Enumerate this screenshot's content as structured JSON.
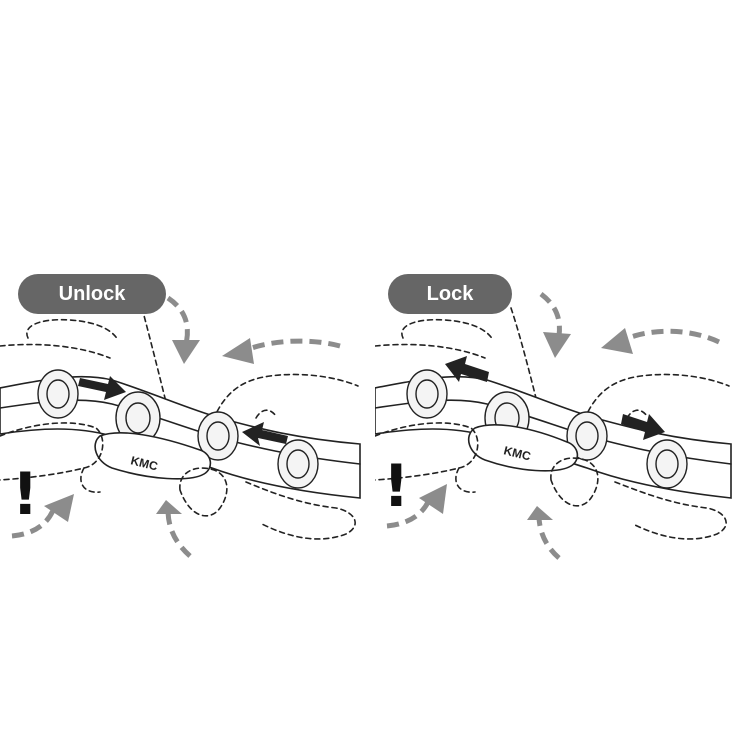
{
  "unlock": {
    "label": "Unlock",
    "chain_brand": "KMC",
    "warning_mark": "!"
  },
  "lock": {
    "label": "Lock",
    "chain_brand": "KMC",
    "warning_mark": "!"
  },
  "colors": {
    "label_background": "#666666",
    "label_text": "#ffffff",
    "guide_arrow": "#8c8c8c",
    "push_arrow": "#222222"
  },
  "icons": [
    "curved-dashed-arrow-icon",
    "push-arrow-icon",
    "warning-icon",
    "finger-icon"
  ]
}
